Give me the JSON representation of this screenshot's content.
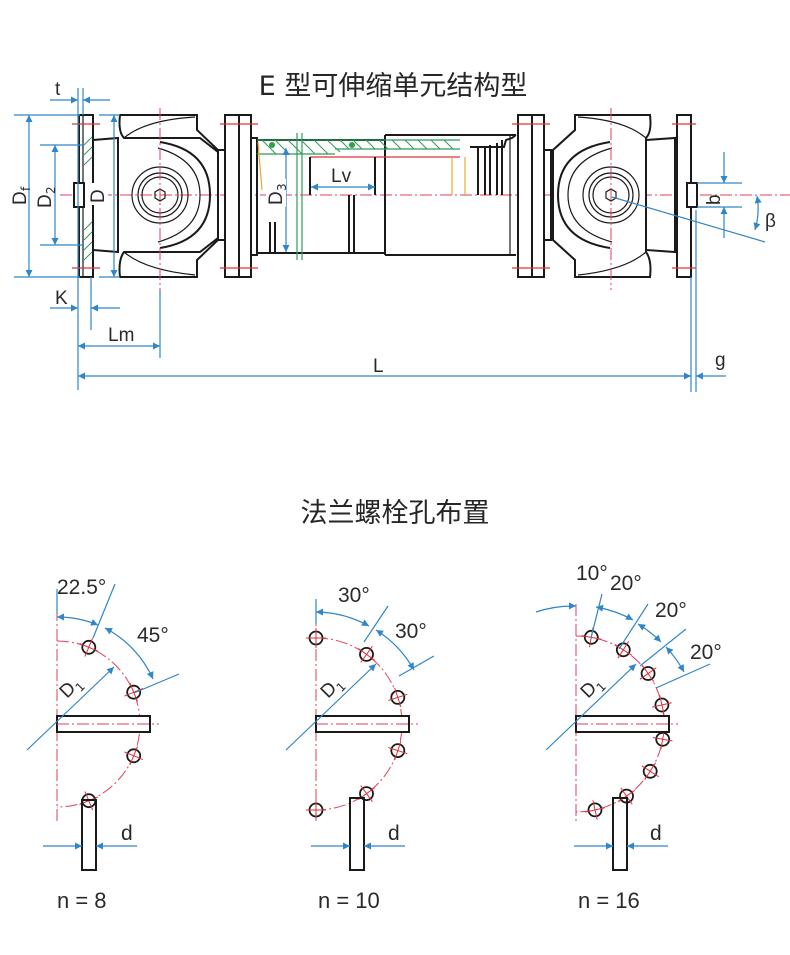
{
  "diagram": {
    "title": "E 型可伸缩单元结构型",
    "dimension_labels": {
      "t": "t",
      "Df": "D",
      "Df_sub": "f",
      "D2": "D",
      "D2_sub": "2",
      "D": "D",
      "D3": "D",
      "D3_sub": "3",
      "Lv": "Lv",
      "b": "b",
      "beta": "β",
      "K": "K",
      "Lm": "Lm",
      "L": "L",
      "g": "g"
    },
    "colors": {
      "outline": "#1a1a1a",
      "dimension": "#2f86c9",
      "centerline": "#e0405a",
      "hatch": "#2f9a5a",
      "highlight": "#f0a020"
    }
  },
  "bolt_section": {
    "title": "法兰螺栓孔布置",
    "layouts": [
      {
        "n_label": "n = 8",
        "n": 8,
        "radius_label": "D",
        "radius_sub": "1",
        "hole_label": "d",
        "angles": [
          "22.5°",
          "45°"
        ]
      },
      {
        "n_label": "n = 10",
        "n": 10,
        "radius_label": "D",
        "radius_sub": "1",
        "hole_label": "d",
        "angles": [
          "30°",
          "30°"
        ]
      },
      {
        "n_label": "n = 16",
        "n": 16,
        "radius_label": "D",
        "radius_sub": "1",
        "hole_label": "d",
        "angles": [
          "10°",
          "20°",
          "20°",
          "20°"
        ]
      }
    ]
  }
}
